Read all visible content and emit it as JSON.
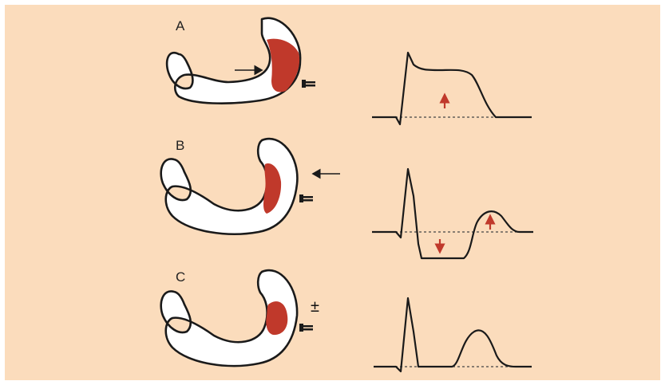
{
  "panels": [
    {
      "label": "A",
      "injury": "transmural",
      "st_shift": "elevation",
      "symbol": ""
    },
    {
      "label": "B",
      "injury": "subendocardial",
      "st_shift": "depression",
      "symbol": ""
    },
    {
      "label": "C",
      "injury": "intramural",
      "st_shift": "none",
      "symbol": "±"
    }
  ],
  "colors": {
    "background": "#fbdcbc",
    "lesion": "#c0392b",
    "arrow_red": "#c0392b",
    "line": "#1a1a1a"
  }
}
